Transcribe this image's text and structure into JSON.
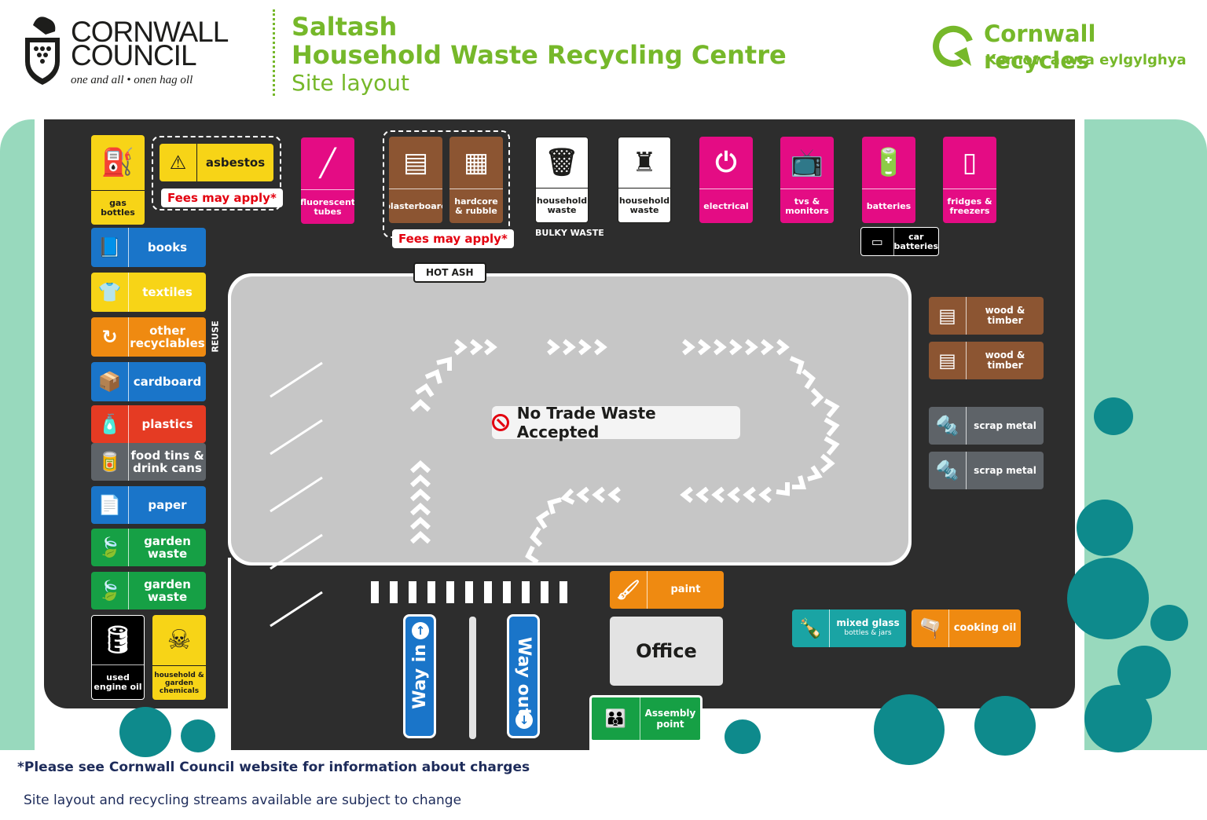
{
  "header": {
    "council_line1": "CORNWALL",
    "council_line2": "COUNCIL",
    "council_tagline": "one and all • onen hag oll",
    "title_line1": "Saltash",
    "title_line2": "Household Waste Recycling Centre",
    "title_line3": "Site layout",
    "brand_name": "Cornwall recycles",
    "brand_cornish": "Kernow a wra eylgylghya"
  },
  "bins": {
    "gas_bottles": "gas bottles",
    "asbestos": "asbestos",
    "fees_note": "Fees may apply*",
    "fluorescent_tubes": "fluorescent tubes",
    "plasterboard": "plasterboard",
    "hardcore_rubble": "hardcore & rubble",
    "household_waste_1": "household waste",
    "household_waste_2": "household waste",
    "bulky_waste": "BULKY WASTE",
    "electrical": "electrical",
    "tvs_monitors": "tvs & monitors",
    "batteries": "batteries",
    "car_batteries": "car batteries",
    "fridges_freezers": "fridges & freezers",
    "books": "books",
    "textiles": "textiles",
    "other_recyclables": "other recyclables",
    "reuse": "REUSE",
    "cardboard": "cardboard",
    "plastics": "plastics",
    "food_tins": "food tins & drink cans",
    "paper": "paper",
    "garden_waste_1": "garden waste",
    "garden_waste_2": "garden waste",
    "used_engine_oil": "used engine oil",
    "household_chemicals": "household & garden chemicals",
    "wood_timber_1": "wood & timber",
    "wood_timber_2": "wood & timber",
    "scrap_metal_1": "scrap metal",
    "scrap_metal_2": "scrap metal",
    "paint": "paint",
    "mixed_glass": "mixed glass",
    "mixed_glass_sub": "bottles & jars",
    "cooking_oil": "cooking oil"
  },
  "site": {
    "hot_ash": "HOT ASH",
    "no_trade": "No Trade Waste Accepted",
    "way_in": "Way in",
    "way_out": "Way out",
    "office": "Office",
    "assembly_point": "Assembly point"
  },
  "footer": {
    "charges_note": "*Please see Cornwall Council website for information about charges",
    "change_note": "Site layout and recycling streams available are subject to change"
  },
  "colors": {
    "brand_green": "#76b82a",
    "tarmac": "#2d2d2d",
    "island_grey": "#c6c6c6",
    "grass": "#98d9bd",
    "tree": "#0e8a8c"
  }
}
